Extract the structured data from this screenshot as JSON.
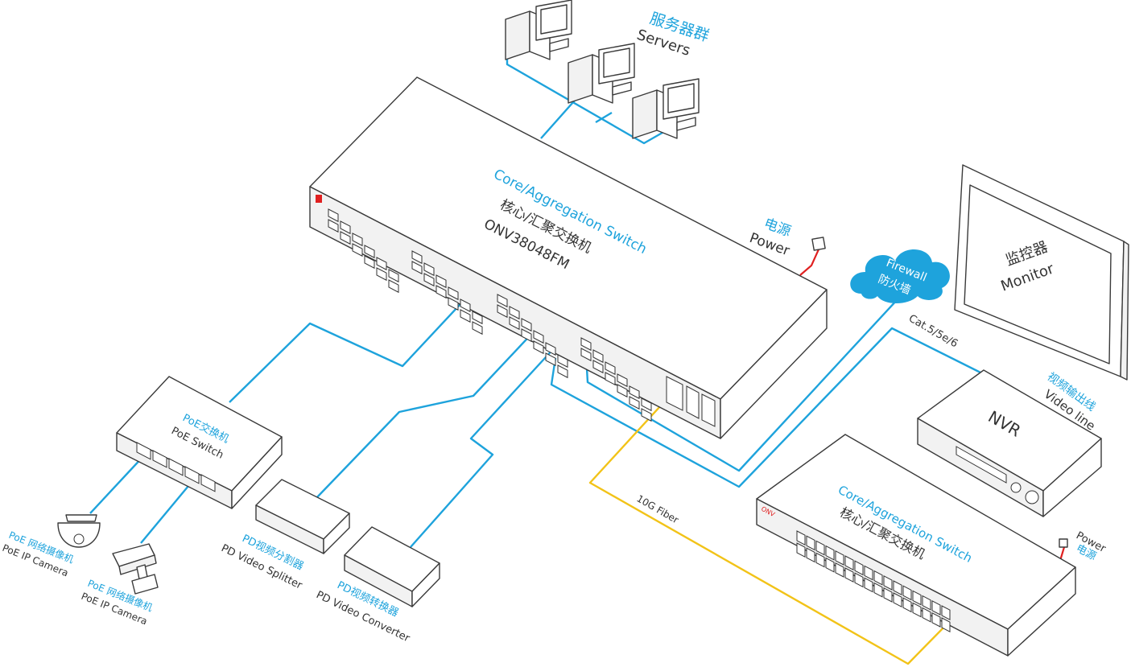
{
  "core_switch": {
    "title_en": "Core/Aggregation Switch",
    "title_cn": "核心/汇聚交换机",
    "model": "ONV38048FM"
  },
  "power_main": {
    "cn": "电源",
    "en": "Power"
  },
  "servers": {
    "cn": "服务器群",
    "en": "Servers"
  },
  "firewall": {
    "en": "Firewall",
    "cn": "防火墙"
  },
  "monitor": {
    "cn": "监控器",
    "en": "Monitor"
  },
  "cable_label": "Cat.5/5e/6",
  "video_line": {
    "cn": "视频输出线",
    "en": "Video line"
  },
  "nvr": {
    "label": "NVR"
  },
  "fiber_label": "10G Fiber",
  "core_switch_2": {
    "title_en": "Core/Aggregation Switch",
    "title_cn": "核心/汇聚交换机",
    "brand": "ONV"
  },
  "power_secondary": {
    "en": "Power",
    "cn": "电源"
  },
  "poe_switch": {
    "cn": "PoE交换机",
    "en": "PoE Switch"
  },
  "camera_1": {
    "cn": "PoE 网络摄像机",
    "en": "PoE IP Camera"
  },
  "camera_2": {
    "cn": "PoE 网络摄像机",
    "en": "PoE IP Camera"
  },
  "splitter": {
    "cn": "PD视频分割器",
    "en": "PD Video Splitter"
  },
  "converter": {
    "cn": "PD视频转换器",
    "en": "PD Video Converter"
  },
  "colors": {
    "accent_blue": "#1ea3dc",
    "fiber_yellow": "#f2c318",
    "power_red": "#e02020",
    "outline": "#3a3a3a"
  }
}
